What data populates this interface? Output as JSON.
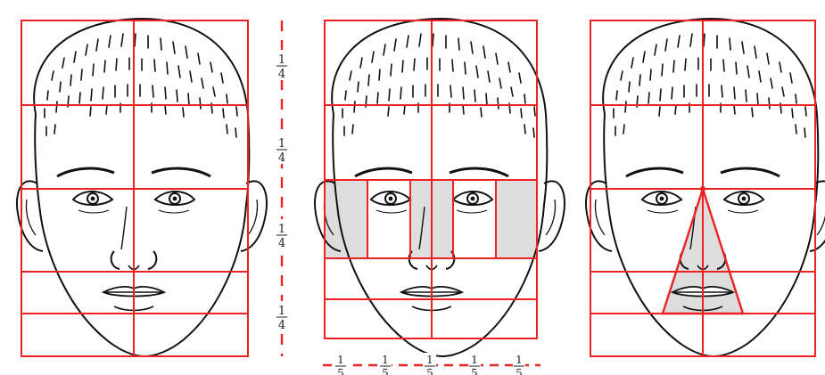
{
  "vertical_scale": {
    "fractions": [
      {
        "num": "1",
        "den": "4"
      },
      {
        "num": "1",
        "den": "4"
      },
      {
        "num": "1",
        "den": "4"
      },
      {
        "num": "1",
        "den": "4"
      }
    ]
  },
  "horizontal_scale": {
    "fractions": [
      {
        "num": "1",
        "den": "5"
      },
      {
        "num": "1",
        "den": "5"
      },
      {
        "num": "1",
        "den": "5"
      },
      {
        "num": "1",
        "den": "5"
      },
      {
        "num": "1",
        "den": "5"
      }
    ]
  },
  "colors": {
    "guide_line": "#ee2222",
    "face_stroke": "#111111",
    "shade": "#dddddd",
    "background": "#ffffff"
  },
  "icons": [
    "face-front-icon",
    "face-front-icon",
    "face-front-icon"
  ]
}
